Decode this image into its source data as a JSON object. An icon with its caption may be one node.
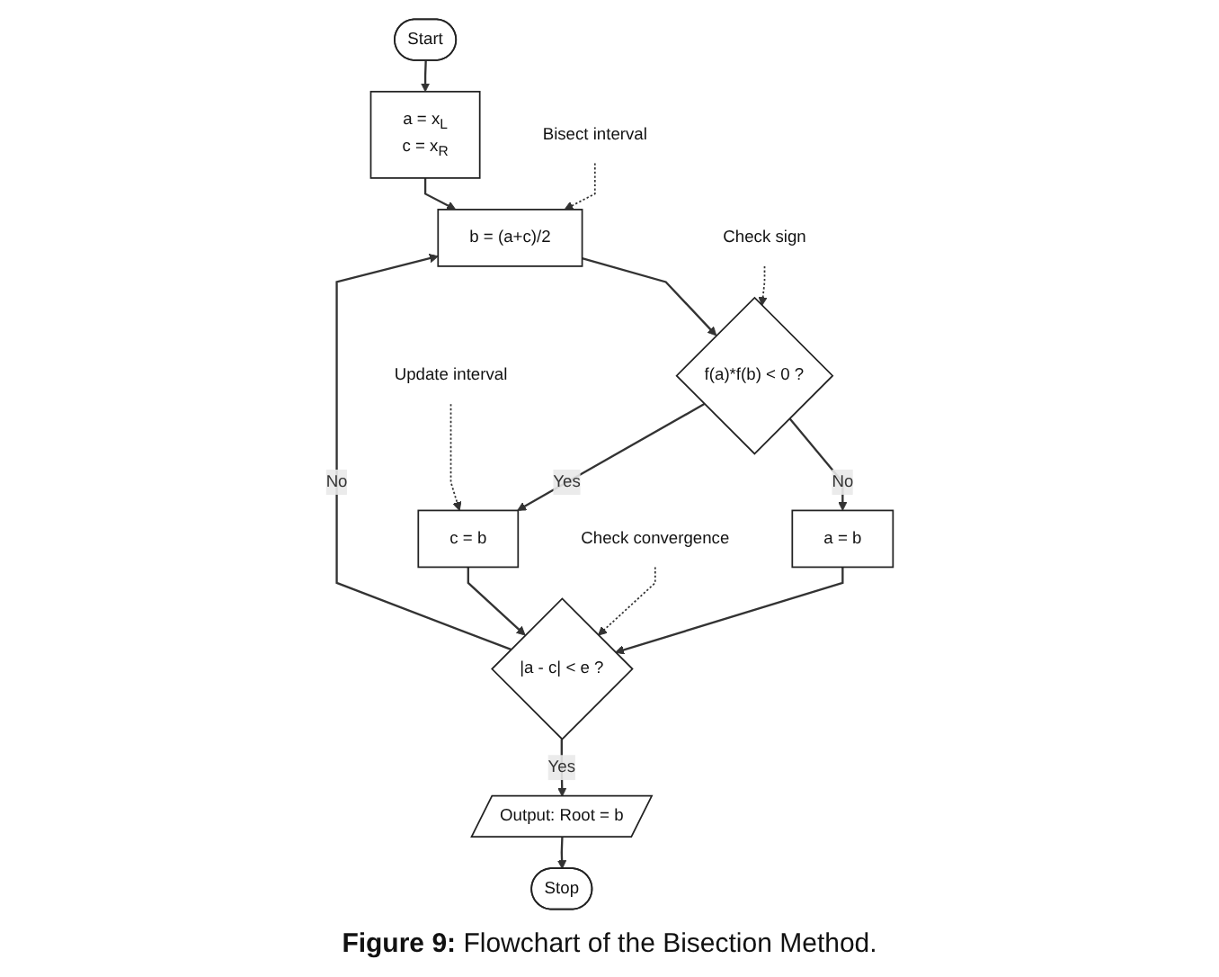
{
  "diagram": {
    "caption": "**Figure 9:** Flowchart of the Bisection Method.",
    "nodes": [
      {
        "text": [
          "Start"
        ]
      },
      {
        "text": [
          "a = x$_{L}$",
          "c = x$_{R}$"
        ]
      },
      {
        "text": [
          "b = (a+c)/2"
        ]
      },
      {
        "text": [
          "f(a)*f(b) < 0 ?"
        ]
      },
      {
        "text": [
          "a = b"
        ]
      },
      {
        "text": [
          "c = b"
        ]
      },
      {
        "text": [
          "|a - c| < e ?"
        ]
      },
      {
        "text": [
          "Output: Root = b"
        ]
      },
      {
        "text": [
          "Stop"
        ]
      },
      {
        "text": [
          "Bisect interval"
        ]
      },
      {
        "text": [
          "Check sign"
        ]
      },
      {
        "text": [
          "Update interval"
        ]
      },
      {
        "text": [
          "Check convergence"
        ]
      }
    ],
    "edges": [
      {
        "from": 0,
        "to": 1,
        "arrow": "to"
      },
      {
        "from": 1,
        "to": 2,
        "arrow": "to"
      },
      {
        "from": 2,
        "to": 3,
        "arrow": "to"
      },
      {
        "from": 3,
        "to": 4,
        "arrow": "to",
        "label": "No"
      },
      {
        "from": 3,
        "to": 5,
        "arrow": "to",
        "label": "Yes"
      },
      {
        "from": 4,
        "to": 6,
        "arrow": "to"
      },
      {
        "from": 5,
        "to": 6,
        "arrow": "to"
      },
      {
        "from": 6,
        "to": 2,
        "arrow": "to",
        "label": "No"
      },
      {
        "from": 6,
        "to": 7,
        "arrow": "to",
        "label": "Yes"
      },
      {
        "from": 7,
        "to": 8,
        "arrow": "to"
      },
      {
        "from": 9,
        "to": 2,
        "arrow": "to",
        "style": "dashed"
      },
      {
        "from": 10,
        "to": 3,
        "arrow": "to",
        "style": "dashed"
      },
      {
        "from": 11,
        "to": 5,
        "arrow": "to",
        "style": "dashed"
      },
      {
        "from": 12,
        "to": 6,
        "arrow": "to",
        "style": "dashed"
      }
    ]
  }
}
